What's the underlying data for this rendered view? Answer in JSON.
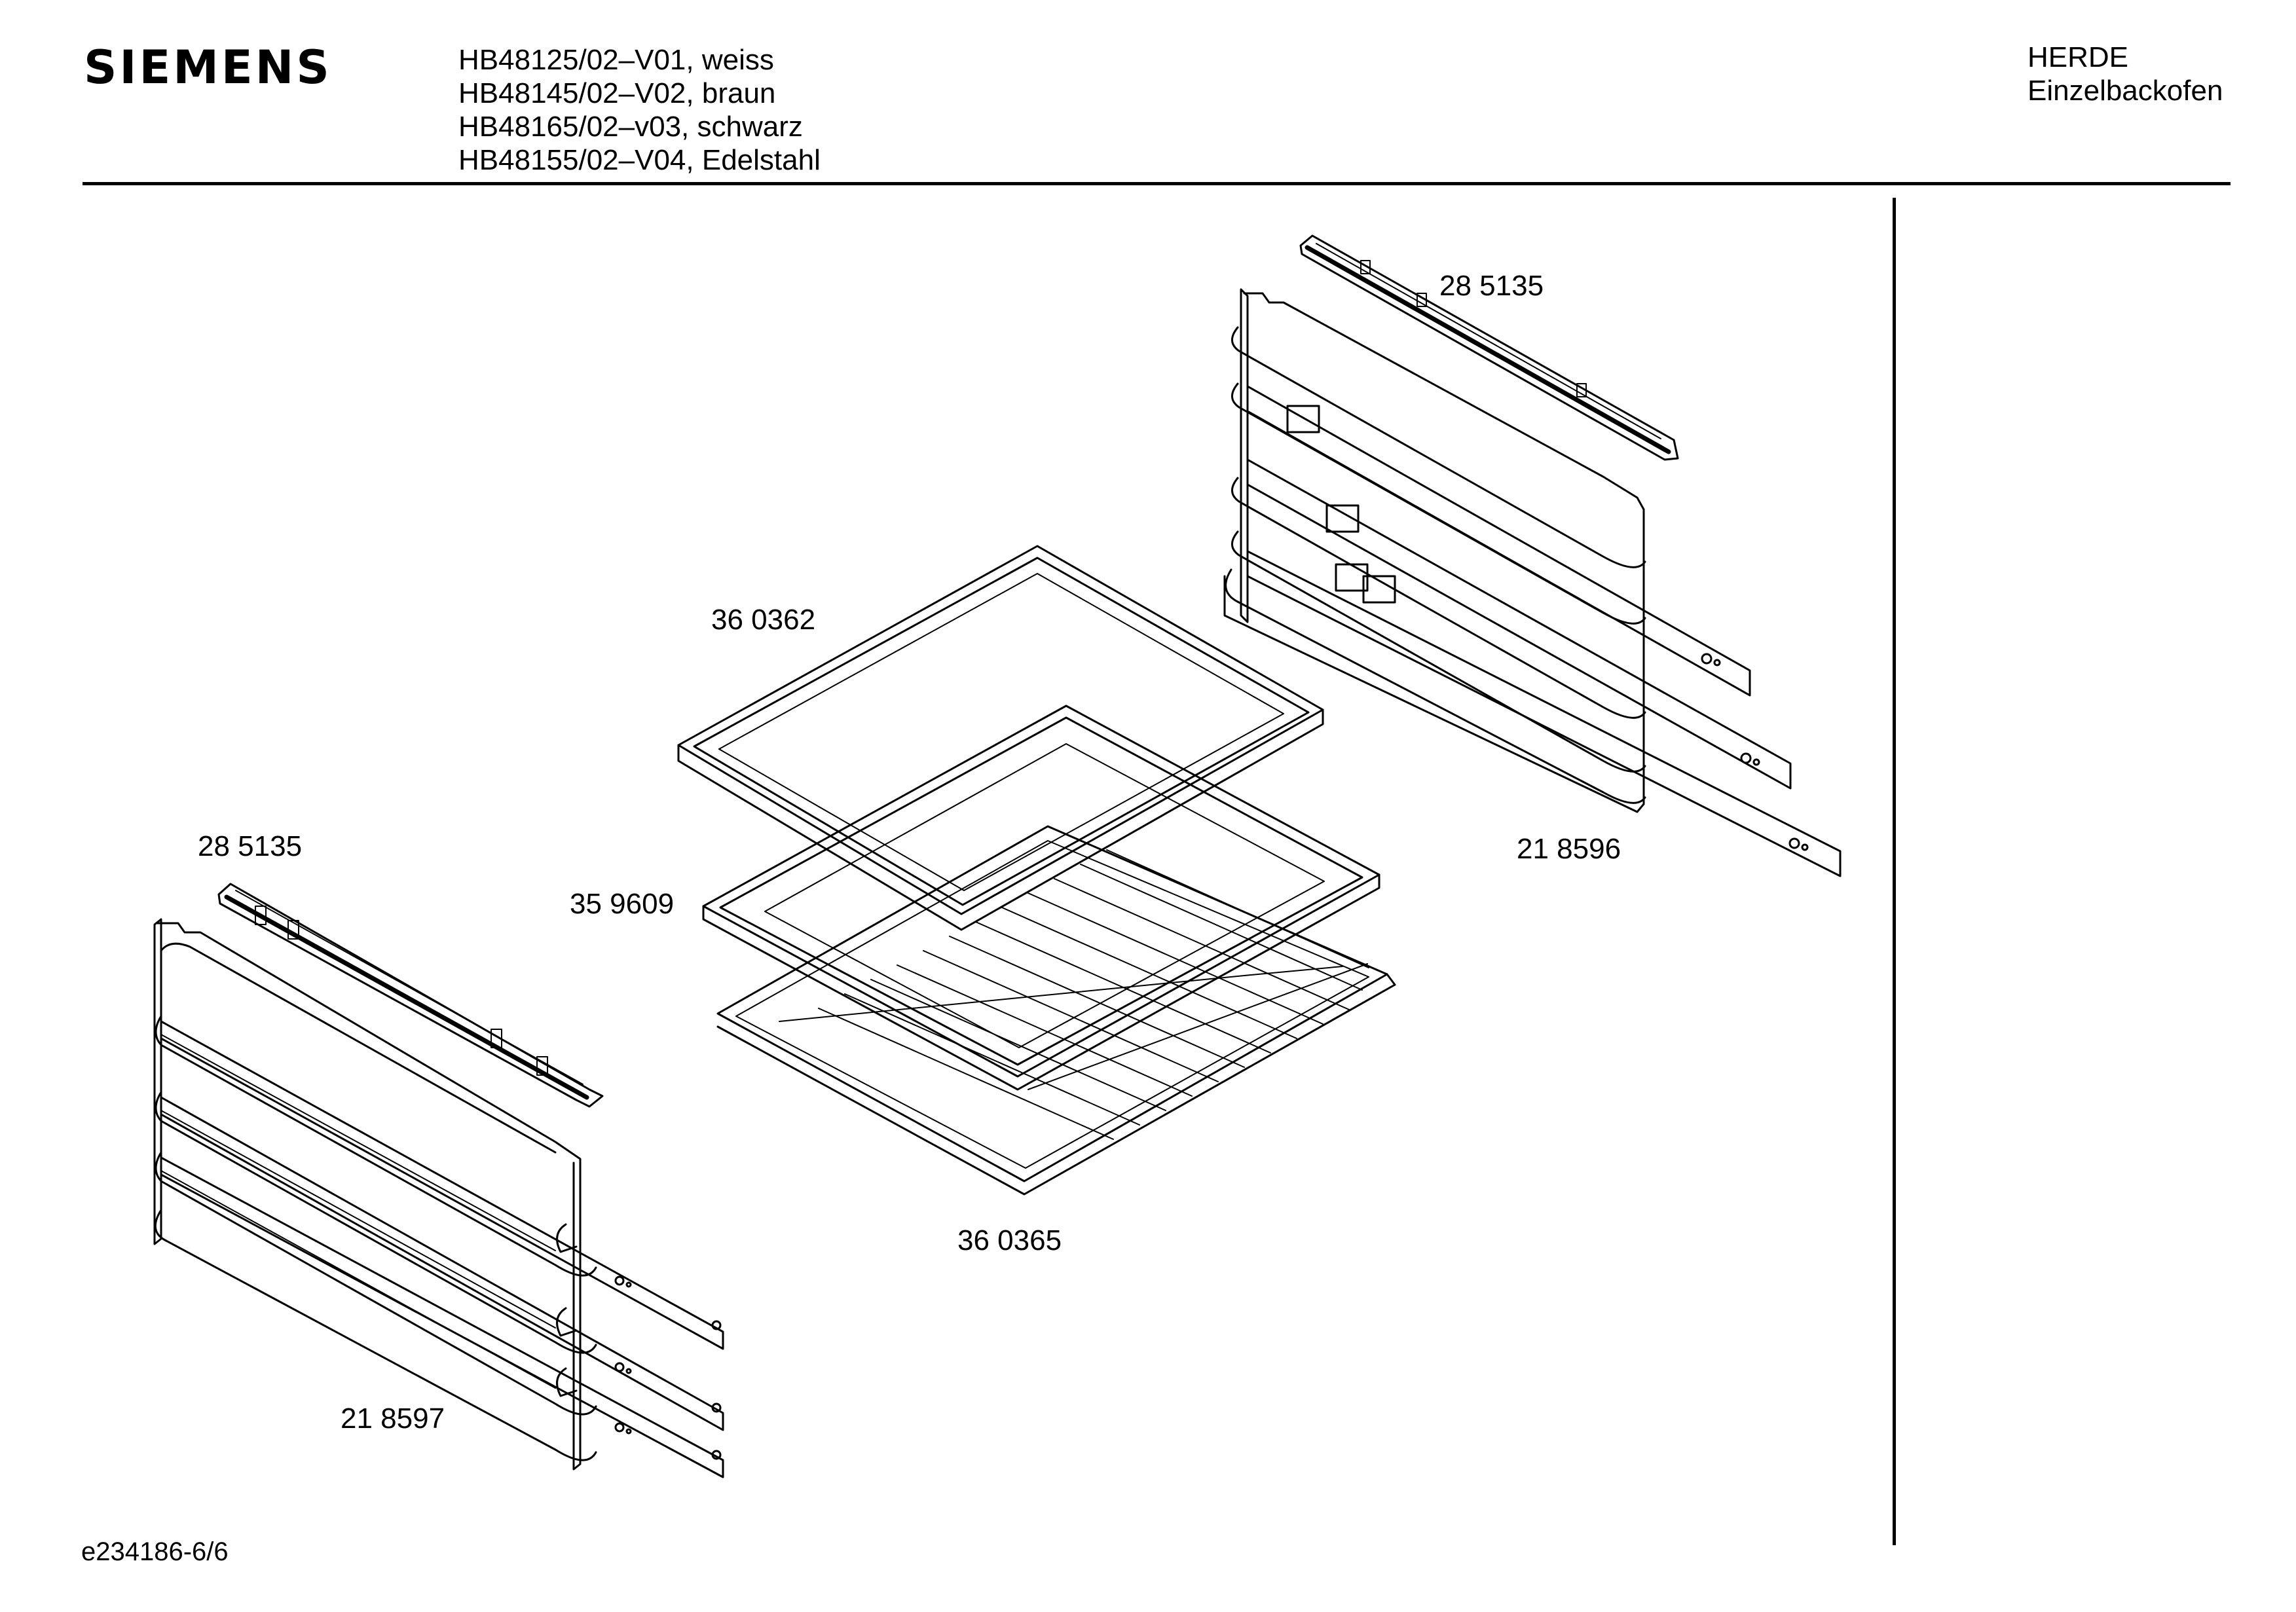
{
  "header": {
    "brand": "SIEMENS",
    "models": [
      "HB48125/02–V01, weiss",
      "HB48145/02–V02, braun",
      "HB48165/02–v03, schwarz",
      "HB48155/02–V04, Edelstahl"
    ],
    "category": "HERDE",
    "subcategory": "Einzelbackofen"
  },
  "footer": {
    "doc_id": "e234186-6/6"
  },
  "parts": {
    "rail_top_right": "28 5135",
    "rail_top_left": "28 5135",
    "baking_tray": "36 0362",
    "enamel_pan": "35 9609",
    "wire_rack": "36 0365",
    "shelf_support_right": "21 8596",
    "shelf_support_left": "21 8597"
  },
  "colors": {
    "line": "#000000",
    "background": "#ffffff"
  }
}
